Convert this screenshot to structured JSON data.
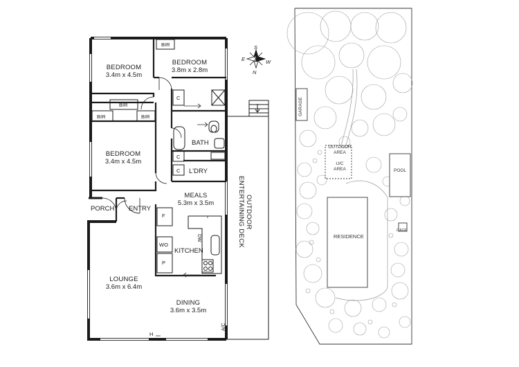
{
  "rooms": {
    "bedroom1": {
      "name": "BEDROOM",
      "dims": "3.4m x 4.5m"
    },
    "bedroom2": {
      "name": "BEDROOM",
      "dims": "3.8m x 2.8m"
    },
    "bedroom3": {
      "name": "BEDROOM",
      "dims": "3.4m x 4.5m"
    },
    "meals": {
      "name": "MEALS",
      "dims": "5.3m x 3.5m"
    },
    "lounge": {
      "name": "LOUNGE",
      "dims": "3.6m x 6.4m"
    },
    "dining": {
      "name": "DINING",
      "dims": "3.6m x 3.5m"
    },
    "kitchen": {
      "name": "KITCHEN"
    },
    "bath": {
      "name": "BATH"
    },
    "laundry": {
      "name": "L'DRY"
    },
    "porch": {
      "name": "PORCH"
    },
    "entry": {
      "name": "ENTRY"
    }
  },
  "fixtures": {
    "bir": "BIR",
    "cupboard": "C",
    "fridge": "F",
    "wall_oven": "WO",
    "pantry": "P",
    "dishwasher": "DW",
    "heater": "H",
    "air_con": "A/C"
  },
  "outdoor": {
    "deck_line1": "OUTDOOR",
    "deck_line2": "ENTERTAINING DECK"
  },
  "compass": {
    "n": "N",
    "s": "S",
    "e": "E",
    "w": "W"
  },
  "site_plan": {
    "garage": "GARAGE",
    "outdoor_area_1": "OUTDOOR",
    "outdoor_area_2": "AREA",
    "uc_area_1": "U/C",
    "uc_area_2": "AREA",
    "pool": "POOL",
    "cage": "CAGE",
    "residence": "RESIDENCE"
  },
  "colors": {
    "wall": "#1a1a1a",
    "line": "#333333",
    "tree": "#9a9a9a",
    "paper": "#ffffff"
  }
}
